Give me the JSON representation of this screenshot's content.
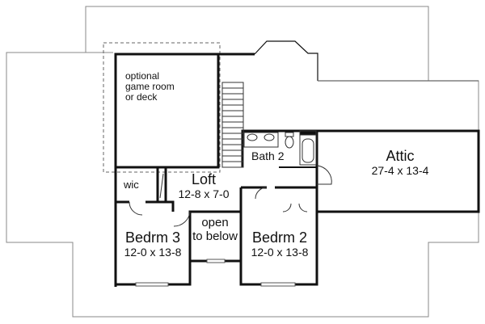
{
  "rooms": {
    "game_room": {
      "label": [
        "optional",
        "game room",
        "or deck"
      ]
    },
    "wic": {
      "label": "wic"
    },
    "loft": {
      "label": "Loft",
      "size": "12-8 x 7-0"
    },
    "bath2": {
      "label": "Bath 2"
    },
    "attic": {
      "label": "Attic",
      "size": "27-4 x 13-4"
    },
    "bedrm3": {
      "label": "Bedrm 3",
      "size": "12-0 x 13-8"
    },
    "open": {
      "label": [
        "open",
        "to below"
      ]
    },
    "bedrm2": {
      "label": "Bedrm 2",
      "size": "12-0 x 13-8"
    }
  },
  "colors": {
    "wall": "#111111",
    "roof_line": "#777777",
    "background": "#ffffff"
  }
}
